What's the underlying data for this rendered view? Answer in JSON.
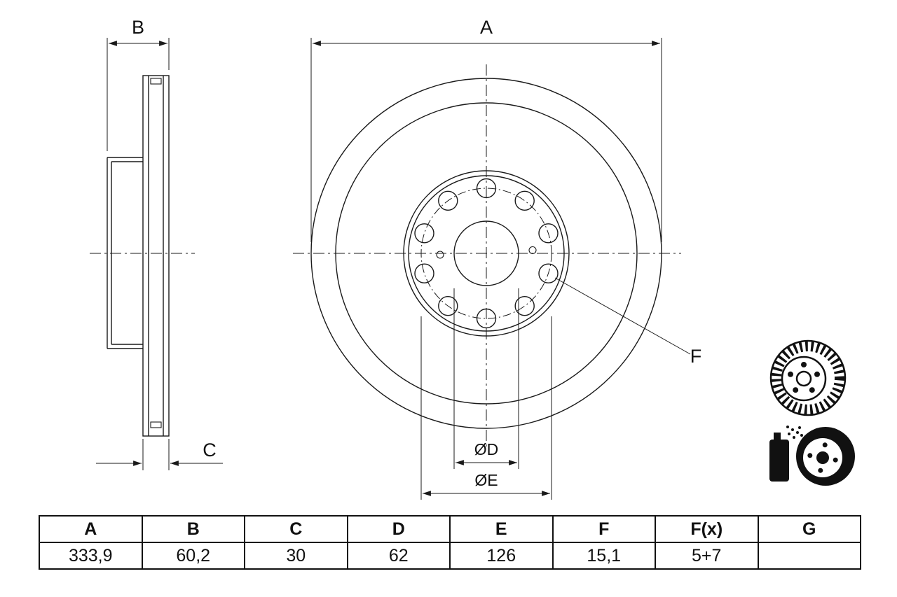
{
  "drawing": {
    "labels": {
      "A": "A",
      "B": "B",
      "C": "C",
      "F": "F",
      "dD": "ØD",
      "dE": "ØE"
    }
  },
  "table": {
    "headers": [
      "A",
      "B",
      "C",
      "D",
      "E",
      "F",
      "F(x)",
      "G"
    ],
    "values": [
      "333,9",
      "60,2",
      "30",
      "62",
      "126",
      "15,1",
      "5+7",
      ""
    ]
  },
  "icons": {
    "disc": "brake-disc-icon",
    "coating": "coating-spray-icon"
  },
  "colors": {
    "line": "#1a1a1a",
    "background": "#ffffff"
  }
}
